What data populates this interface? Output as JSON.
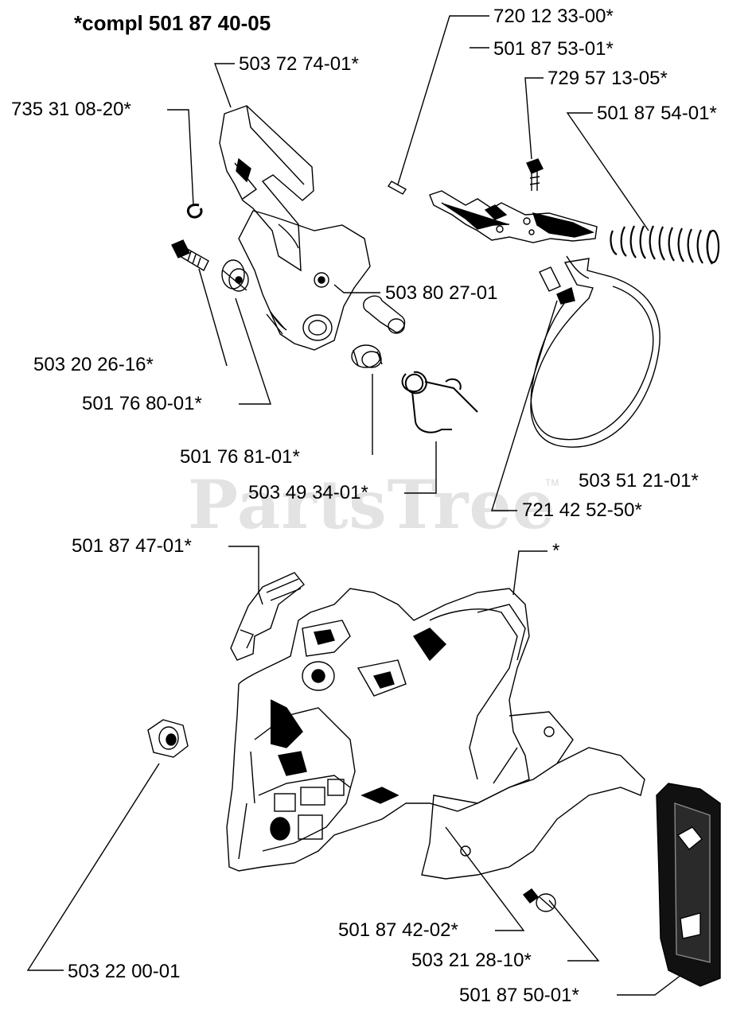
{
  "title": "*compl 501 87 40-05",
  "watermark": "PartsTree",
  "watermark_tm": "TM",
  "parts": [
    {
      "id": "p1",
      "label": "720 12 33-00*"
    },
    {
      "id": "p2",
      "label": "501 87 53-01*"
    },
    {
      "id": "p3",
      "label": "729 57 13-05*"
    },
    {
      "id": "p4",
      "label": "501 87 54-01*"
    },
    {
      "id": "p5",
      "label": "503 72 74-01*"
    },
    {
      "id": "p6",
      "label": "735 31 08-20*"
    },
    {
      "id": "p7",
      "label": "503 80 27-01"
    },
    {
      "id": "p8",
      "label": "503 20 26-16*"
    },
    {
      "id": "p9",
      "label": "501 76 80-01*"
    },
    {
      "id": "p10",
      "label": "501 76 81-01*"
    },
    {
      "id": "p11",
      "label": "503 49 34-01*"
    },
    {
      "id": "p12",
      "label": "503 51 21-01*"
    },
    {
      "id": "p13",
      "label": "721 42 52-50*"
    },
    {
      "id": "p14",
      "label": "501 87 47-01*"
    },
    {
      "id": "p15",
      "label": "*"
    },
    {
      "id": "p16",
      "label": "501 87 42-02*"
    },
    {
      "id": "p17",
      "label": "503 21 28-10*"
    },
    {
      "id": "p18",
      "label": "503 22 00-01"
    },
    {
      "id": "p19",
      "label": "501 87 50-01*"
    }
  ]
}
